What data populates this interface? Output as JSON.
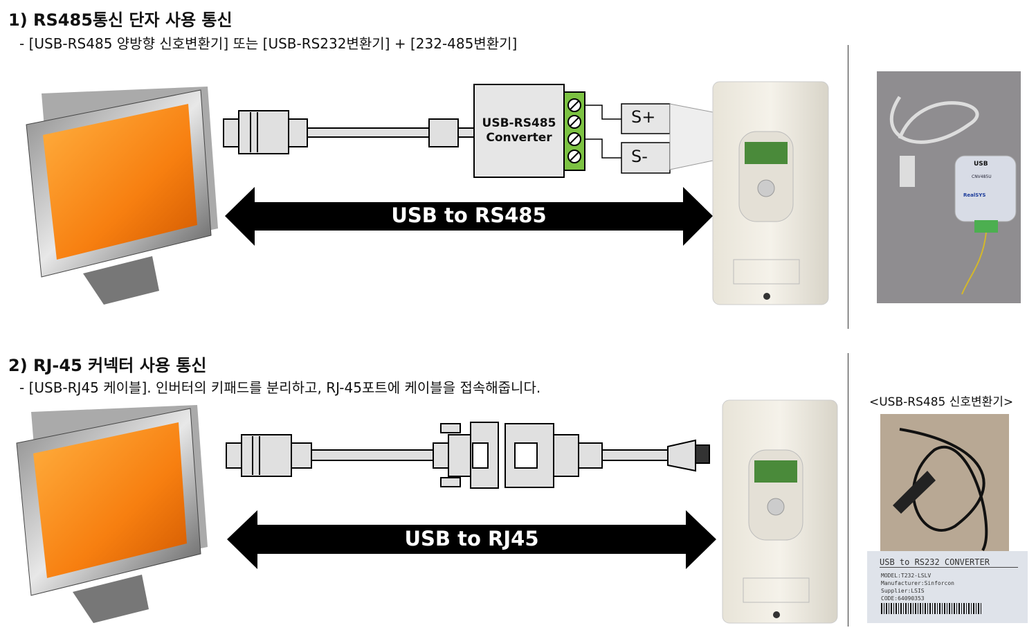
{
  "section1": {
    "title": "1) RS485통신 단자 사용 통신",
    "subtitle": "-  [USB-RS485 양방향 신호변환기] 또는 [USB-RS232변환기] + [232-485변환기]",
    "converter_line1": "USB-RS485",
    "converter_line2": "Converter",
    "s_plus": "S+",
    "s_minus": "S-",
    "arrow_label": "USB to RS485",
    "photo_text": {
      "usb": "USB",
      "model": "CNV485U",
      "brand": "RealSYS"
    }
  },
  "section2": {
    "title": "2) RJ-45 커넥터 사용 통신",
    "subtitle": "- [USB-RJ45 케이블]. 인버터의 키패드를 분리하고, RJ-45포트에 케이블을 접속해줍니다.",
    "arrow_label": "USB to RJ45",
    "photo_caption": "<USB-RS485 신호변환기>",
    "label": {
      "title": "USB to RS232 CONVERTER",
      "model": "MODEL:T232-LSLV",
      "manufacturer": "Manufacturer:Sinforcon",
      "supplier": "Supplier:LSIS",
      "code": "CODE:64090353"
    }
  },
  "colors": {
    "screen": "#f77f10",
    "converter": "#e6e6e6",
    "terminal": "#7cc242",
    "arrow": "#000000"
  }
}
